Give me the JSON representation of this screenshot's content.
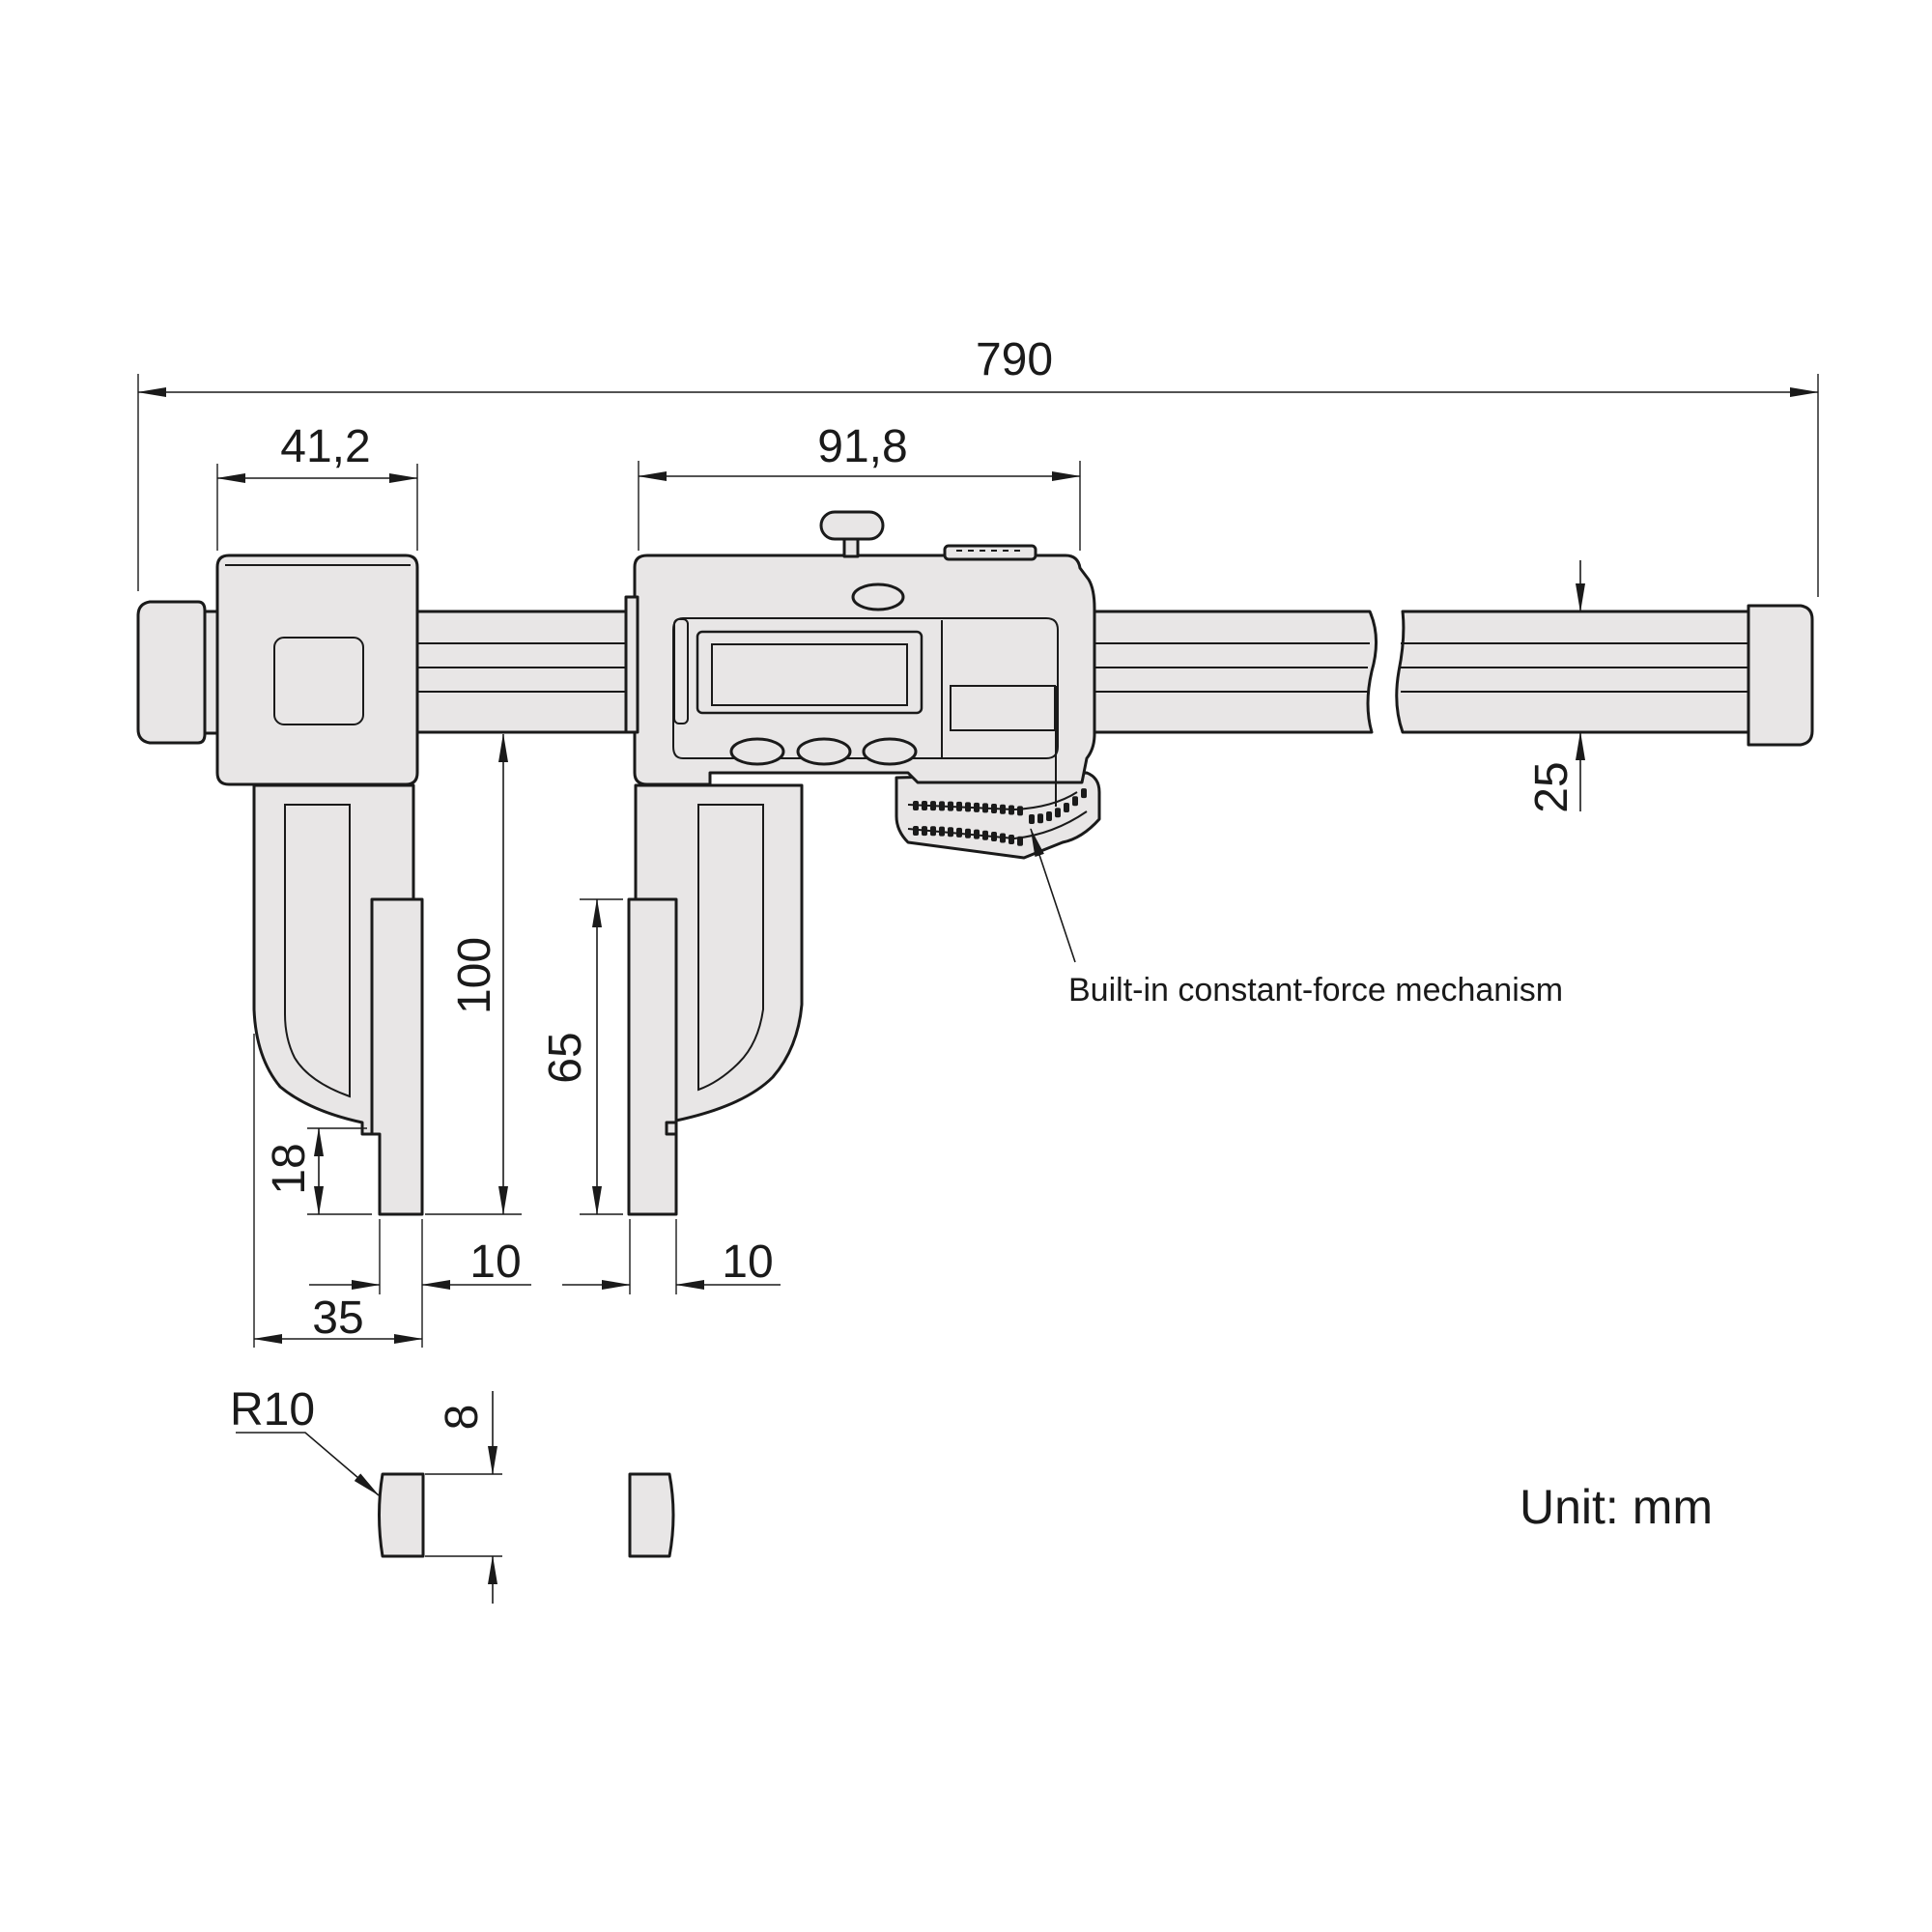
{
  "dimensions": {
    "overall_length": "790",
    "fixed_head_width": "41,2",
    "slider_width": "91,8",
    "beam_height": "25",
    "outside_jaw_length": "100",
    "inside_jaw_length": "65",
    "jaw_tip_step": "18",
    "fixed_tip_width": "10",
    "slider_tip_width": "10",
    "jaw_width": "35",
    "tip_radius": "R10",
    "tip_thickness": "8"
  },
  "labels": {
    "mechanism_callout": "Built-in constant-force mechanism",
    "unit": "Unit: mm"
  }
}
